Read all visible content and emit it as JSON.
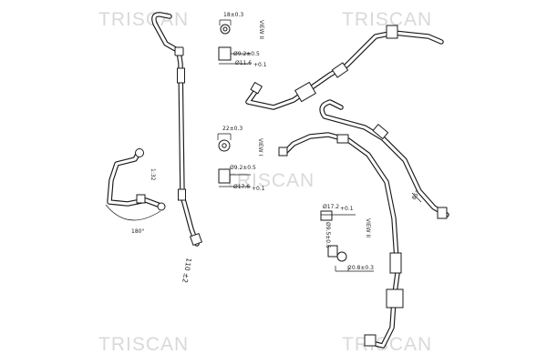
{
  "watermark": {
    "brand": "TRISCAN"
  },
  "hose_left": {
    "length_label": "110 ±2",
    "short_label": "1:32",
    "angle_label": "180°"
  },
  "detail_top": {
    "dim_a": "18±0.3",
    "dim_b": "Ø9.2±0.5",
    "dim_c": "Ø11.6",
    "dim_c_tol": "+0.1",
    "view_label": "VIEW II"
  },
  "detail_mid": {
    "dim_a": "22±0.3",
    "dim_b": "Ø9.2±0.5",
    "dim_c": "Ø17.6",
    "dim_c_tol": "+0.1",
    "view_label": "VIEW I"
  },
  "detail_bottom": {
    "dim_a": "Ø17.2",
    "dim_a_tol": "+0.1",
    "dim_b": "Ø9.5±0.5",
    "dim_c": "20.8±0.3",
    "view_label": "VIEW II"
  },
  "hose_right": {
    "angle_label": "85°"
  }
}
